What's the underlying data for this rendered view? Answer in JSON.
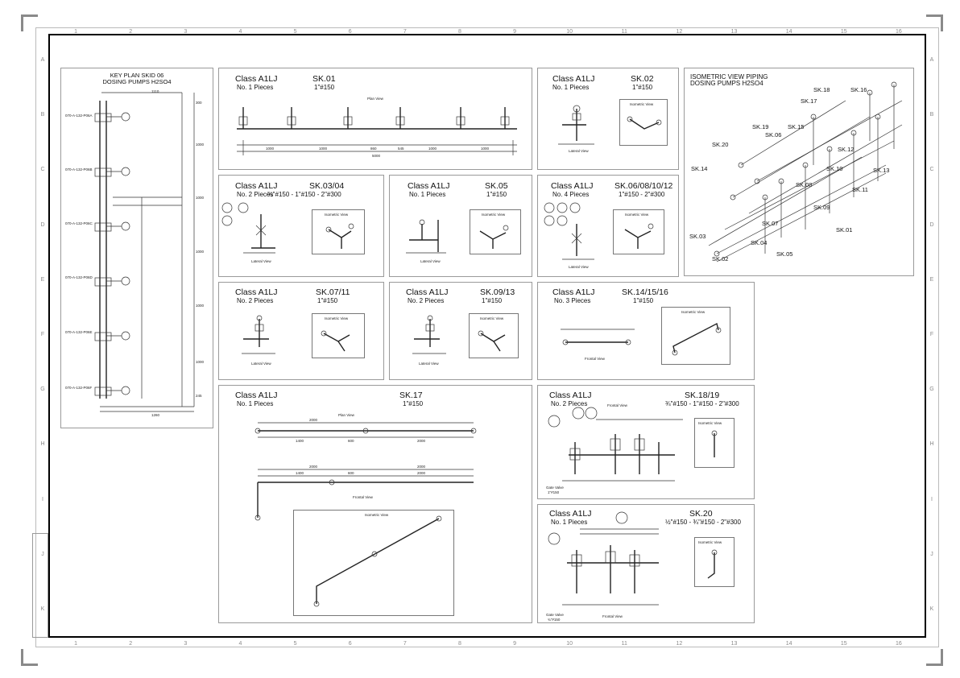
{
  "sheet": {
    "col_numbers": [
      "1",
      "2",
      "3",
      "4",
      "5",
      "6",
      "7",
      "8",
      "9",
      "10",
      "11",
      "12",
      "13",
      "14",
      "15",
      "16"
    ],
    "row_letters": [
      "A",
      "B",
      "C",
      "D",
      "E",
      "F",
      "G",
      "H",
      "I",
      "J",
      "K"
    ]
  },
  "key_plan": {
    "title1": "KEY PLAN SKID 06",
    "title2": "DOSING PUMPS H2SO4",
    "pumps": [
      "070-A-132-P06A",
      "070-A-132-P06B",
      "070-A-132-P06C",
      "070-A-132-P06D",
      "070-A-132-P06E",
      "070-A-132-P06F"
    ],
    "dims": [
      "1110",
      "300",
      "1000",
      "1000",
      "1000",
      "1000",
      "1000",
      "245",
      "1260"
    ]
  },
  "sk01": {
    "cls": "Class A1LJ",
    "pieces": "No. 1 Pieces",
    "sk": "SK.01",
    "rating": "1\"#150",
    "view": "Plan View",
    "dims": [
      "1000",
      "1000",
      "860",
      "545",
      "1000",
      "1000",
      "5000"
    ]
  },
  "sk02": {
    "cls": "Class A1LJ",
    "pieces": "No. 1 Pieces",
    "sk": "SK.02",
    "rating": "1\"#150",
    "iso": "Isometric View",
    "view": "Lateral View"
  },
  "iso_main": {
    "title1": "ISOMETRIC VIEW PIPING",
    "title2": "DOSING PUMPS H2SO4",
    "labels": [
      "SK.18",
      "SK.16",
      "SK.17",
      "SK.15",
      "SK.19",
      "SK.20",
      "SK.14",
      "SK.06",
      "SK.12",
      "SK.10",
      "SK.13",
      "SK.08",
      "SK.11",
      "SK.09",
      "SK.07",
      "SK.03",
      "SK.04",
      "SK.01",
      "SK.02",
      "SK.05"
    ]
  },
  "sk0304": {
    "cls": "Class A1LJ",
    "pieces": "No. 2 Pieces",
    "sk": "SK.03/04",
    "rating": "¾\"#150 - 1\"#150 - 2\"#300",
    "iso": "Isometric View",
    "view": "Lateral View"
  },
  "sk05": {
    "cls": "Class A1LJ",
    "pieces": "No. 1 Pieces",
    "sk": "SK.05",
    "rating": "1\"#150",
    "iso": "Isometric View",
    "view": "Lateral View"
  },
  "sk0608": {
    "cls": "Class A1LJ",
    "pieces": "No. 4 Pieces",
    "sk": "SK.06/08/10/12",
    "rating": "1\"#150 - 2\"#300",
    "iso": "Isometric View",
    "view": "Lateral View"
  },
  "sk0711": {
    "cls": "Class A1LJ",
    "pieces": "No. 2 Pieces",
    "sk": "SK.07/11",
    "rating": "1\"#150",
    "iso": "Isometric View",
    "view": "Lateral View"
  },
  "sk0913": {
    "cls": "Class A1LJ",
    "pieces": "No. 2 Pieces",
    "sk": "SK.09/13",
    "rating": "1\"#150",
    "iso": "Isometric View",
    "view": "Lateral View"
  },
  "sk141516": {
    "cls": "Class A1LJ",
    "pieces": "No. 3 Pieces",
    "sk": "SK.14/15/16",
    "rating": "1\"#150",
    "iso": "Isometric View",
    "view": "Frontal View"
  },
  "sk17": {
    "cls": "Class A1LJ",
    "pieces": "No. 1 Pieces",
    "sk": "SK.17",
    "rating": "1\"#150",
    "plan": "Plan View",
    "front": "Frontal View",
    "iso": "Isometric View",
    "dims_plan": [
      "2000",
      "1400",
      "600",
      "2000"
    ],
    "dims_front": [
      "2000",
      "2000",
      "1400",
      "600",
      "2000"
    ]
  },
  "sk1819": {
    "cls": "Class A1LJ",
    "pieces": "No. 2 Pieces",
    "sk": "SK.18/19",
    "rating": "¾\"#150 - 1\"#150 - 2\"#300",
    "view": "Frontal View",
    "iso": "Isometric View",
    "note1": "Gate Valve",
    "note2": "1\"#150"
  },
  "sk20": {
    "cls": "Class A1LJ",
    "pieces": "No. 1 Pieces",
    "sk": "SK.20",
    "rating": "½\"#150 - ¾\"#150 - 2\"#300",
    "view": "Frontal View",
    "iso": "Isometric View",
    "note1": "Gate Valve",
    "note2": "¾\"#150"
  }
}
